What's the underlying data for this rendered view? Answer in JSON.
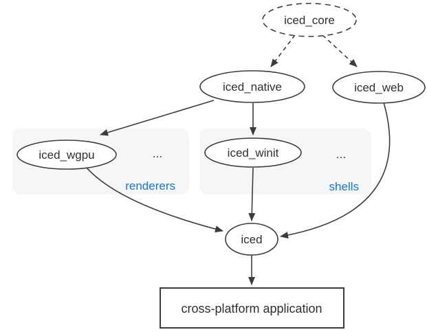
{
  "diagram": {
    "type": "dependency-graph",
    "colors": {
      "stroke": "#3c3c3c",
      "text": "#303030",
      "accent": "#1a73e8",
      "group_fill": "#f5f6f8",
      "node_fill": "#ffffff",
      "bg": "#ffffff"
    },
    "nodes": {
      "iced_core": {
        "label": "iced_core",
        "shape": "dashed-ellipse"
      },
      "iced_native": {
        "label": "iced_native",
        "shape": "ellipse"
      },
      "iced_web": {
        "label": "iced_web",
        "shape": "ellipse"
      },
      "iced_wgpu": {
        "label": "iced_wgpu",
        "shape": "ellipse",
        "group": "renderers"
      },
      "iced_winit": {
        "label": "iced_winit",
        "shape": "ellipse",
        "group": "shells"
      },
      "iced": {
        "label": "iced",
        "shape": "ellipse"
      },
      "app": {
        "label": "cross-platform application",
        "shape": "rectangle"
      }
    },
    "groups": {
      "renderers": {
        "label": "renderers",
        "ellipsis": "..."
      },
      "shells": {
        "label": "shells",
        "ellipsis": "..."
      }
    },
    "edges": [
      {
        "from": "iced_core",
        "to": "iced_native",
        "style": "dashed"
      },
      {
        "from": "iced_core",
        "to": "iced_web",
        "style": "dashed"
      },
      {
        "from": "iced_native",
        "to": "iced_wgpu",
        "style": "solid"
      },
      {
        "from": "iced_native",
        "to": "iced_winit",
        "style": "solid"
      },
      {
        "from": "iced_wgpu",
        "to": "iced",
        "style": "solid"
      },
      {
        "from": "iced_winit",
        "to": "iced",
        "style": "solid"
      },
      {
        "from": "iced_web",
        "to": "iced",
        "style": "solid"
      },
      {
        "from": "iced",
        "to": "app",
        "style": "solid"
      }
    ]
  }
}
